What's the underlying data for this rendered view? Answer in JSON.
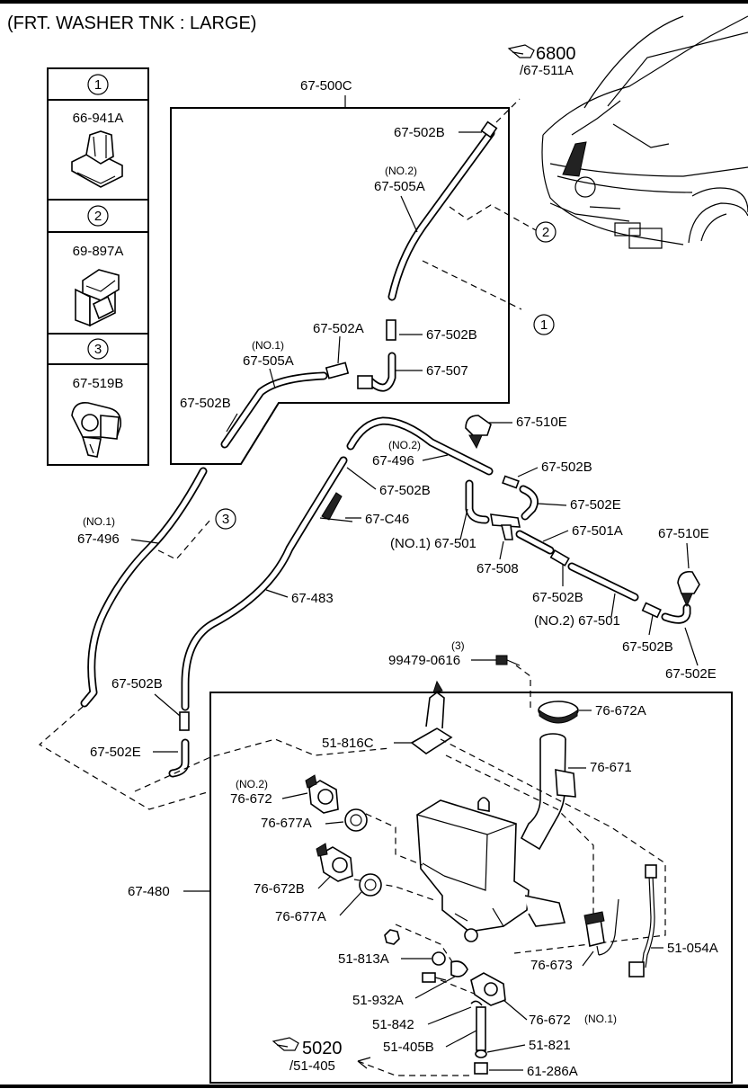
{
  "title": "(FRT. WASHER TNK : LARGE)",
  "legend": [
    {
      "circle": "1",
      "part": "66-941A"
    },
    {
      "circle": "2",
      "part": "69-897A"
    },
    {
      "circle": "3",
      "part": "67-519B"
    }
  ],
  "refs": {
    "top": {
      "page": "6800",
      "sub": "/67-511A"
    },
    "bottom": {
      "page": "5020",
      "sub": "/51-405"
    }
  },
  "callouts": {
    "c1": "1",
    "c2": "2",
    "c3": "3"
  },
  "labels": {
    "l_67_500C": "67-500C",
    "l_67_502B_top": "67-502B",
    "l_no2_a": "(NO.2)",
    "l_67_505A_2": "67-505A",
    "l_67_502A": "67-502A",
    "l_67_502B_mid": "67-502B",
    "l_no1_a": "(NO.1)",
    "l_67_505A_1": "67-505A",
    "l_67_507": "67-507",
    "l_67_502B_lower": "67-502B",
    "l_67_510E_top": "67-510E",
    "l_no2_b": "(NO.2)",
    "l_67_496_2": "67-496",
    "l_67_502B_r1": "67-502B",
    "l_67_502B_c": "67-502B",
    "l_67_502E_r": "67-502E",
    "l_67_C46": "67-C46",
    "l_no1_b": "(NO.1)",
    "l_67_496_1": "67-496",
    "l_67_501_1": "(NO.1) 67-501",
    "l_67_501A": "67-501A",
    "l_67_510E_r": "67-510E",
    "l_67_508": "67-508",
    "l_67_483": "67-483",
    "l_67_502B_r2": "67-502B",
    "l_67_501_2": "(NO.2) 67-501",
    "l_67_502B_r3": "67-502B",
    "l_67_502E_r2": "67-502E",
    "l_qty3": "(3)",
    "l_99479": "99479-0616",
    "l_67_502B_left": "67-502B",
    "l_67_502E_left": "67-502E",
    "l_76_672A": "76-672A",
    "l_51_816C": "51-816C",
    "l_76_671": "76-671",
    "l_no2_c": "(NO.2)",
    "l_76_672": "76-672",
    "l_76_677A_1": "76-677A",
    "l_67_480": "67-480",
    "l_76_672B": "76-672B",
    "l_76_677A_2": "76-677A",
    "l_51_054A": "51-054A",
    "l_51_813A": "51-813A",
    "l_76_673": "76-673",
    "l_51_932A": "51-932A",
    "l_51_842": "51-842",
    "l_76_672_no1": "76-672",
    "l_no1_c": "(NO.1)",
    "l_51_405B": "51-405B",
    "l_51_821": "51-821",
    "l_61_286A": "61-286A"
  }
}
